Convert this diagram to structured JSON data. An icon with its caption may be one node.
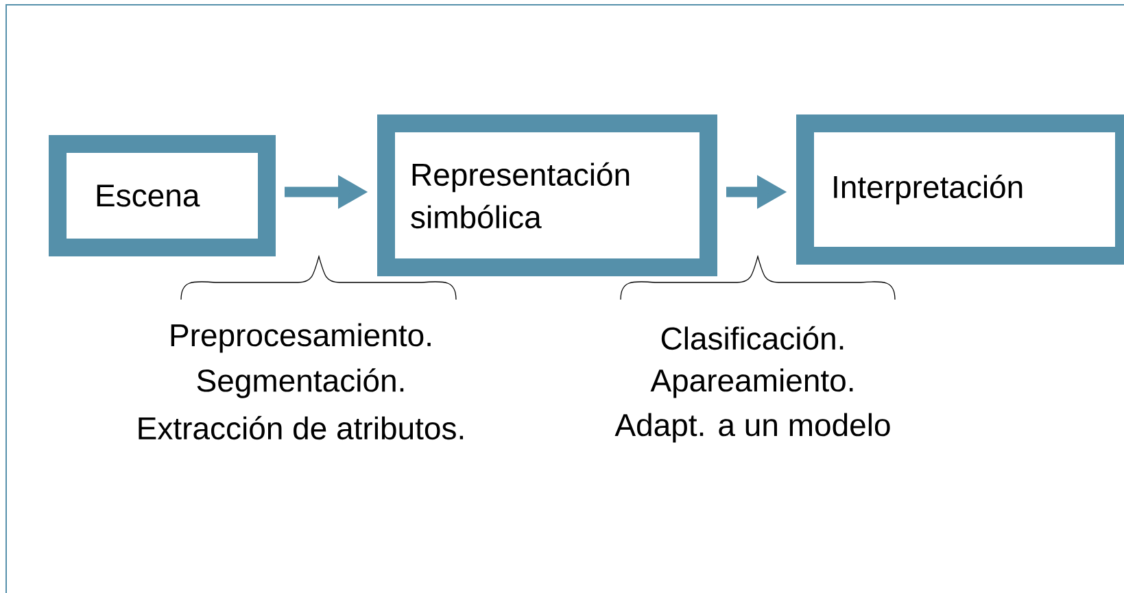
{
  "diagram": {
    "nodes": [
      {
        "text": [
          "Escena"
        ]
      },
      {
        "text": [
          "Representación simbólica"
        ]
      },
      {
        "text": [
          "Interpretación"
        ]
      }
    ],
    "edges": [
      {
        "from": 0,
        "to": 1,
        "arrow": "to"
      },
      {
        "from": 1,
        "to": 2,
        "arrow": "to"
      }
    ],
    "labels": [
      "Preprocesamiento.",
      "Segmentación.",
      "Extracción de atributos.",
      "Clasificación.",
      "Apareamiento.",
      "Adapt. a un modelo"
    ]
  }
}
